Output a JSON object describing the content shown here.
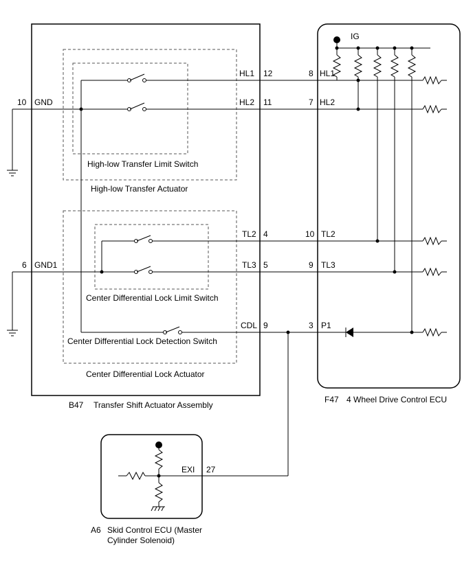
{
  "components": {
    "transfer_assembly": {
      "code": "B47",
      "name": "Transfer Shift Actuator Assembly"
    },
    "ecu_4wd": {
      "code": "F47",
      "name": "4 Wheel Drive Control ECU"
    },
    "skid_ecu": {
      "code": "A6",
      "name_line1": "Skid Control ECU (Master",
      "name_line2": "Cylinder Solenoid)"
    },
    "hl_switch": "High-low Transfer Limit Switch",
    "hl_actuator": "High-low Transfer Actuator",
    "cdl_limit_switch": "Center Differential Lock Limit Switch",
    "cdl_detection_switch": "Center Differential Lock Detection Switch",
    "cdl_actuator": "Center Differential Lock Actuator"
  },
  "power": {
    "ig": "IG"
  },
  "grounds": {
    "gnd": {
      "pin": "10",
      "name": "GND"
    },
    "gnd1": {
      "pin": "6",
      "name": "GND1"
    }
  },
  "signals": [
    {
      "name_left": "HL1",
      "pin_left": "12",
      "pin_right": "8",
      "name_right": "HL1"
    },
    {
      "name_left": "HL2",
      "pin_left": "11",
      "pin_right": "7",
      "name_right": "HL2"
    },
    {
      "name_left": "TL2",
      "pin_left": "4",
      "pin_right": "10",
      "name_right": "TL2"
    },
    {
      "name_left": "TL3",
      "pin_left": "5",
      "pin_right": "9",
      "name_right": "TL3"
    },
    {
      "name_left": "CDL",
      "pin_left": "9",
      "pin_right": "3",
      "name_right": "P1"
    }
  ],
  "exi": {
    "name": "EXI",
    "pin": "27"
  }
}
